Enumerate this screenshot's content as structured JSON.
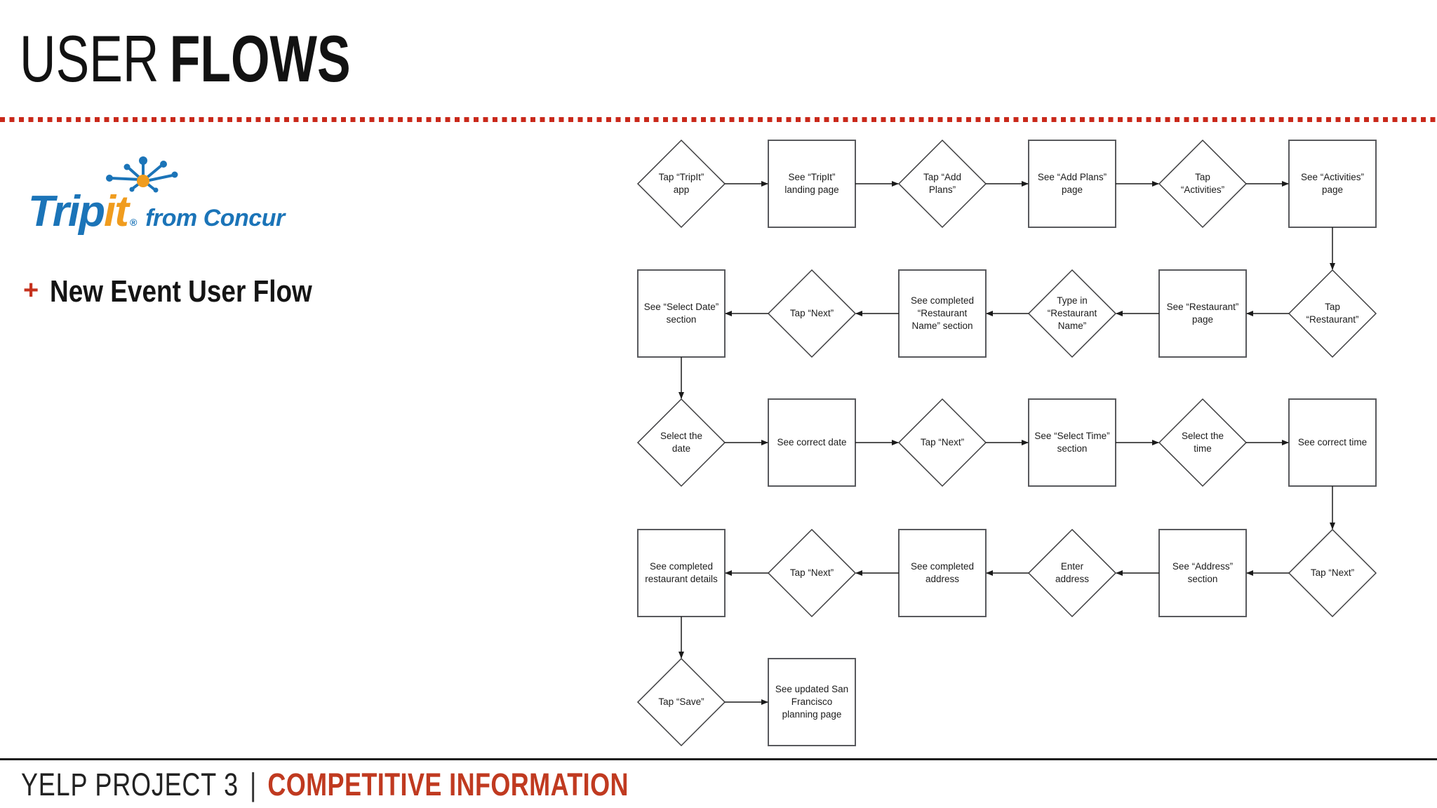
{
  "slide": {
    "title": {
      "regular": "USER",
      "bold": "FLOWS"
    },
    "divider_color": "#c9281a",
    "logo": {
      "trip": "Trip",
      "it": "it",
      "registered": "®",
      "tagline": "from Concur",
      "blue": "#1b74b8",
      "orange": "#f09c1e"
    },
    "bullet": {
      "marker": "+",
      "label": "New Event User Flow",
      "marker_color": "#c5311d"
    },
    "footer": {
      "project": "YELP PROJECT 3",
      "separator": "|",
      "section": "COMPETITIVE INFORMATION",
      "section_color": "#c03a20"
    }
  },
  "flow": {
    "shape_legend": {
      "diamond": "user action",
      "rect": "screen state"
    },
    "nodes": [
      {
        "id": 0,
        "shape": "diamond",
        "row": 0,
        "col": 0,
        "label": "Tap “TripIt”\napp"
      },
      {
        "id": 1,
        "shape": "rect",
        "row": 0,
        "col": 1,
        "label": "See “TripIt”\nlanding page"
      },
      {
        "id": 2,
        "shape": "diamond",
        "row": 0,
        "col": 2,
        "label": "Tap “Add\nPlans”"
      },
      {
        "id": 3,
        "shape": "rect",
        "row": 0,
        "col": 3,
        "label": "See “Add Plans”\npage"
      },
      {
        "id": 4,
        "shape": "diamond",
        "row": 0,
        "col": 4,
        "label": "Tap\n“Activities”"
      },
      {
        "id": 5,
        "shape": "rect",
        "row": 0,
        "col": 5,
        "label": "See “Activities”\npage"
      },
      {
        "id": 6,
        "shape": "rect",
        "row": 1,
        "col": 0,
        "label": "See “Select Date”\nsection"
      },
      {
        "id": 7,
        "shape": "diamond",
        "row": 1,
        "col": 1,
        "label": "Tap “Next”"
      },
      {
        "id": 8,
        "shape": "rect",
        "row": 1,
        "col": 2,
        "label": "See completed\n“Restaurant\nName” section"
      },
      {
        "id": 9,
        "shape": "diamond",
        "row": 1,
        "col": 3,
        "label": "Type in\n“Restaurant\nName”"
      },
      {
        "id": 10,
        "shape": "rect",
        "row": 1,
        "col": 4,
        "label": "See “Restaurant”\npage"
      },
      {
        "id": 11,
        "shape": "diamond",
        "row": 1,
        "col": 5,
        "label": "Tap\n“Restaurant”"
      },
      {
        "id": 12,
        "shape": "diamond",
        "row": 2,
        "col": 0,
        "label": "Select the\ndate"
      },
      {
        "id": 13,
        "shape": "rect",
        "row": 2,
        "col": 1,
        "label": "See correct date"
      },
      {
        "id": 14,
        "shape": "diamond",
        "row": 2,
        "col": 2,
        "label": "Tap “Next”"
      },
      {
        "id": 15,
        "shape": "rect",
        "row": 2,
        "col": 3,
        "label": "See “Select Time”\nsection"
      },
      {
        "id": 16,
        "shape": "diamond",
        "row": 2,
        "col": 4,
        "label": "Select the\ntime"
      },
      {
        "id": 17,
        "shape": "rect",
        "row": 2,
        "col": 5,
        "label": "See correct time"
      },
      {
        "id": 18,
        "shape": "rect",
        "row": 3,
        "col": 0,
        "label": "See completed\nrestaurant details"
      },
      {
        "id": 19,
        "shape": "diamond",
        "row": 3,
        "col": 1,
        "label": "Tap “Next”"
      },
      {
        "id": 20,
        "shape": "rect",
        "row": 3,
        "col": 2,
        "label": "See completed\naddress"
      },
      {
        "id": 21,
        "shape": "diamond",
        "row": 3,
        "col": 3,
        "label": "Enter\naddress"
      },
      {
        "id": 22,
        "shape": "rect",
        "row": 3,
        "col": 4,
        "label": "See “Address”\nsection"
      },
      {
        "id": 23,
        "shape": "diamond",
        "row": 3,
        "col": 5,
        "label": "Tap “Next”"
      },
      {
        "id": 24,
        "shape": "diamond",
        "row": 4,
        "col": 0,
        "label": "Tap “Save”"
      },
      {
        "id": 25,
        "shape": "rect",
        "row": 4,
        "col": 1,
        "label": "See updated San\nFrancisco\nplanning page"
      }
    ],
    "edges": [
      [
        0,
        1
      ],
      [
        1,
        2
      ],
      [
        2,
        3
      ],
      [
        3,
        4
      ],
      [
        4,
        5
      ],
      [
        5,
        11
      ],
      [
        11,
        10
      ],
      [
        10,
        9
      ],
      [
        9,
        8
      ],
      [
        8,
        7
      ],
      [
        7,
        6
      ],
      [
        6,
        12
      ],
      [
        12,
        13
      ],
      [
        13,
        14
      ],
      [
        14,
        15
      ],
      [
        15,
        16
      ],
      [
        16,
        17
      ],
      [
        17,
        23
      ],
      [
        23,
        22
      ],
      [
        22,
        21
      ],
      [
        21,
        20
      ],
      [
        20,
        19
      ],
      [
        19,
        18
      ],
      [
        18,
        24
      ],
      [
        24,
        25
      ]
    ]
  }
}
